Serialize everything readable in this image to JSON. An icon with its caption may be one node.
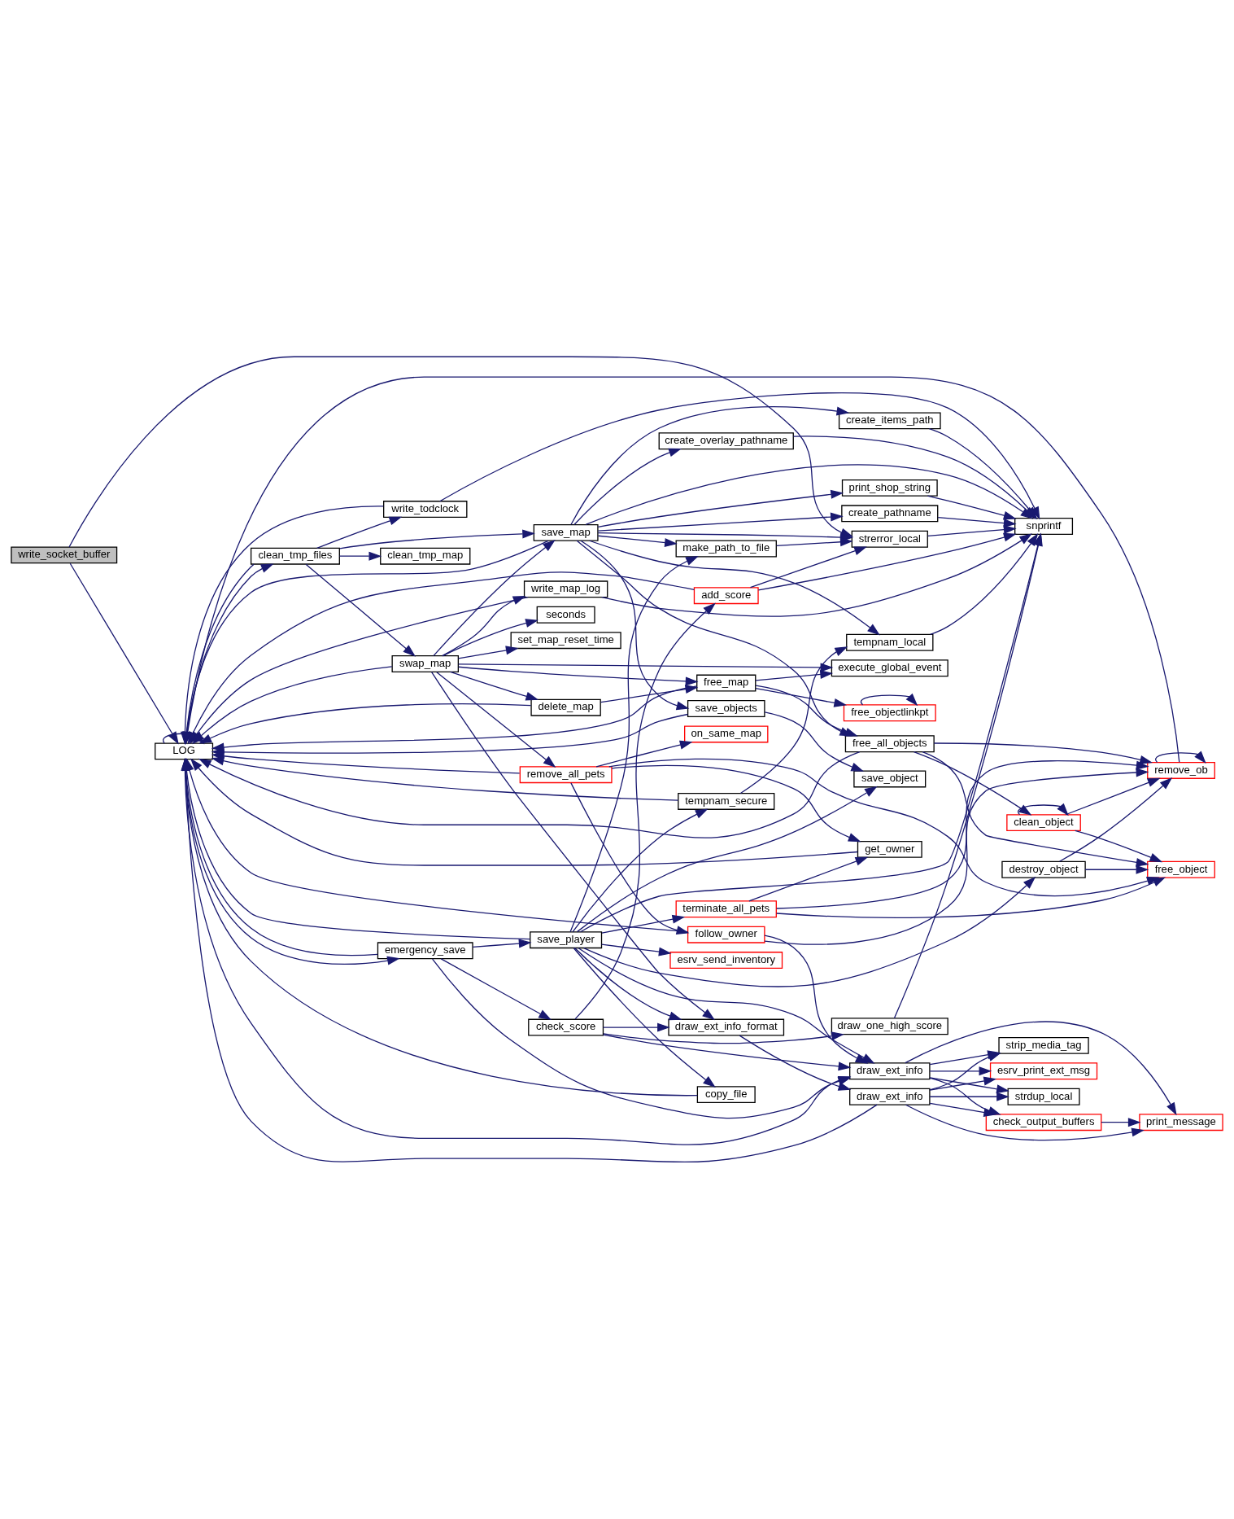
{
  "diagram": {
    "nodes": [
      {
        "text": [
          "write_socket_buffer"
        ]
      },
      {
        "text": [
          "LOG"
        ]
      },
      {
        "text": [
          "clean_tmp_files"
        ]
      },
      {
        "text": [
          "emergency_save"
        ]
      },
      {
        "text": [
          "swap_map"
        ]
      },
      {
        "text": [
          "write_map_log"
        ]
      },
      {
        "text": [
          "save_map"
        ]
      },
      {
        "text": [
          "clean_tmp_map"
        ]
      },
      {
        "text": [
          "write_todclock"
        ]
      },
      {
        "text": [
          "save_player"
        ]
      },
      {
        "text": [
          "check_score"
        ]
      },
      {
        "text": [
          "set_map_reset_time"
        ]
      },
      {
        "text": [
          "delete_map"
        ]
      },
      {
        "text": [
          "remove_all_pets"
        ]
      },
      {
        "text": [
          "print_shop_string"
        ]
      },
      {
        "text": [
          "make_path_to_file"
        ]
      },
      {
        "text": [
          "add_score"
        ]
      },
      {
        "text": [
          "save_objects"
        ]
      },
      {
        "text": [
          "copy_file"
        ]
      },
      {
        "text": [
          "tempnam_secure"
        ]
      },
      {
        "text": [
          "esrv_send_inventory"
        ]
      },
      {
        "text": [
          "draw_ext_info_format"
        ]
      },
      {
        "text": [
          "seconds"
        ]
      },
      {
        "text": [
          "terminate_all_pets"
        ]
      },
      {
        "text": [
          "free_map"
        ]
      },
      {
        "text": [
          "follow_owner"
        ]
      },
      {
        "text": [
          "on_same_map"
        ]
      },
      {
        "text": [
          "create_pathname"
        ]
      },
      {
        "text": [
          "strerror_local"
        ]
      },
      {
        "text": [
          "create_items_path"
        ]
      },
      {
        "text": [
          "create_overlay_pathname"
        ]
      },
      {
        "text": [
          "tempnam_local"
        ]
      },
      {
        "text": [
          "save_object"
        ]
      },
      {
        "text": [
          "draw_one_high_score"
        ]
      },
      {
        "text": [
          "draw_ext_info"
        ]
      },
      {
        "text": [
          "draw_ext_info"
        ]
      },
      {
        "text": [
          "execute_global_event"
        ]
      },
      {
        "text": [
          "free_all_objects"
        ]
      },
      {
        "text": [
          "free_objectlinkpt"
        ]
      },
      {
        "text": [
          "get_owner"
        ]
      },
      {
        "text": [
          "snprintf"
        ]
      },
      {
        "text": [
          "check_output_buffers"
        ]
      },
      {
        "text": [
          "strip_media_tag"
        ]
      },
      {
        "text": [
          "esrv_print_ext_msg"
        ]
      },
      {
        "text": [
          "strdup_local"
        ]
      },
      {
        "text": [
          "destroy_object"
        ]
      },
      {
        "text": [
          "clean_object"
        ]
      },
      {
        "text": [
          "print_message"
        ]
      },
      {
        "text": [
          "free_object"
        ]
      },
      {
        "text": [
          "remove_ob"
        ]
      }
    ],
    "edges": [
      {
        "from": 0,
        "to": 1,
        "arrow": "to"
      },
      {
        "from": 0,
        "to": 28,
        "arrow": "to"
      },
      {
        "from": 1,
        "to": 1,
        "arrow": "to"
      },
      {
        "from": 1,
        "to": 2,
        "arrow": "to"
      },
      {
        "from": 1,
        "to": 3,
        "arrow": "to"
      },
      {
        "from": 1,
        "to": 35,
        "arrow": "to"
      },
      {
        "from": 2,
        "to": 1,
        "arrow": "to"
      },
      {
        "from": 2,
        "to": 7,
        "arrow": "to"
      },
      {
        "from": 2,
        "to": 8,
        "arrow": "to"
      },
      {
        "from": 2,
        "to": 6,
        "arrow": "to"
      },
      {
        "from": 2,
        "to": 4,
        "arrow": "to"
      },
      {
        "from": 3,
        "to": 1,
        "arrow": "to"
      },
      {
        "from": 3,
        "to": 9,
        "arrow": "to"
      },
      {
        "from": 3,
        "to": 10,
        "arrow": "to"
      },
      {
        "from": 3,
        "to": 35,
        "arrow": "to"
      },
      {
        "from": 4,
        "to": 1,
        "arrow": "to"
      },
      {
        "from": 4,
        "to": 11,
        "arrow": "to"
      },
      {
        "from": 4,
        "to": 22,
        "arrow": "to"
      },
      {
        "from": 4,
        "to": 6,
        "arrow": "to"
      },
      {
        "from": 4,
        "to": 5,
        "arrow": "to"
      },
      {
        "from": 4,
        "to": 21,
        "arrow": "to"
      },
      {
        "from": 4,
        "to": 36,
        "arrow": "to"
      },
      {
        "from": 4,
        "to": 24,
        "arrow": "to"
      },
      {
        "from": 4,
        "to": 12,
        "arrow": "to"
      },
      {
        "from": 4,
        "to": 13,
        "arrow": "to"
      },
      {
        "from": 5,
        "to": 1,
        "arrow": "to"
      },
      {
        "from": 5,
        "to": 40,
        "arrow": "to"
      },
      {
        "from": 6,
        "to": 1,
        "arrow": "to"
      },
      {
        "from": 6,
        "to": 14,
        "arrow": "to"
      },
      {
        "from": 6,
        "to": 27,
        "arrow": "to"
      },
      {
        "from": 6,
        "to": 15,
        "arrow": "to"
      },
      {
        "from": 6,
        "to": 28,
        "arrow": "to"
      },
      {
        "from": 6,
        "to": 40,
        "arrow": "to"
      },
      {
        "from": 6,
        "to": 29,
        "arrow": "to"
      },
      {
        "from": 6,
        "to": 30,
        "arrow": "to"
      },
      {
        "from": 6,
        "to": 31,
        "arrow": "to"
      },
      {
        "from": 6,
        "to": 17,
        "arrow": "to"
      },
      {
        "from": 6,
        "to": 37,
        "arrow": "to"
      },
      {
        "from": 8,
        "to": 1,
        "arrow": "to"
      },
      {
        "from": 8,
        "to": 40,
        "arrow": "to"
      },
      {
        "from": 9,
        "to": 1,
        "arrow": "to"
      },
      {
        "from": 9,
        "to": 15,
        "arrow": "to"
      },
      {
        "from": 9,
        "to": 18,
        "arrow": "to"
      },
      {
        "from": 9,
        "to": 19,
        "arrow": "to"
      },
      {
        "from": 9,
        "to": 32,
        "arrow": "to"
      },
      {
        "from": 9,
        "to": 20,
        "arrow": "to"
      },
      {
        "from": 9,
        "to": 21,
        "arrow": "to"
      },
      {
        "from": 9,
        "to": 35,
        "arrow": "to"
      },
      {
        "from": 9,
        "to": 23,
        "arrow": "to"
      },
      {
        "from": 9,
        "to": 45,
        "arrow": "to"
      },
      {
        "from": 9,
        "to": 40,
        "arrow": "to"
      },
      {
        "from": 10,
        "to": 16,
        "arrow": "to"
      },
      {
        "from": 10,
        "to": 33,
        "arrow": "to"
      },
      {
        "from": 10,
        "to": 21,
        "arrow": "to"
      },
      {
        "from": 10,
        "to": 35,
        "arrow": "to"
      },
      {
        "from": 12,
        "to": 1,
        "arrow": "to"
      },
      {
        "from": 12,
        "to": 24,
        "arrow": "to"
      },
      {
        "from": 13,
        "to": 1,
        "arrow": "to"
      },
      {
        "from": 13,
        "to": 25,
        "arrow": "to"
      },
      {
        "from": 13,
        "to": 26,
        "arrow": "to"
      },
      {
        "from": 13,
        "to": 39,
        "arrow": "to"
      },
      {
        "from": 13,
        "to": 48,
        "arrow": "to"
      },
      {
        "from": 14,
        "to": 40,
        "arrow": "to"
      },
      {
        "from": 15,
        "to": 28,
        "arrow": "to"
      },
      {
        "from": 16,
        "to": 28,
        "arrow": "to"
      },
      {
        "from": 16,
        "to": 40,
        "arrow": "to"
      },
      {
        "from": 16,
        "to": 1,
        "arrow": "to"
      },
      {
        "from": 17,
        "to": 1,
        "arrow": "to"
      },
      {
        "from": 17,
        "to": 32,
        "arrow": "to"
      },
      {
        "from": 18,
        "to": 1,
        "arrow": "to"
      },
      {
        "from": 19,
        "to": 1,
        "arrow": "to"
      },
      {
        "from": 19,
        "to": 31,
        "arrow": "to"
      },
      {
        "from": 21,
        "to": 34,
        "arrow": "to"
      },
      {
        "from": 23,
        "to": 48,
        "arrow": "to"
      },
      {
        "from": 23,
        "to": 49,
        "arrow": "to"
      },
      {
        "from": 23,
        "to": 39,
        "arrow": "to"
      },
      {
        "from": 24,
        "to": 1,
        "arrow": "to"
      },
      {
        "from": 24,
        "to": 36,
        "arrow": "to"
      },
      {
        "from": 24,
        "to": 37,
        "arrow": "to"
      },
      {
        "from": 24,
        "to": 38,
        "arrow": "to"
      },
      {
        "from": 25,
        "to": 1,
        "arrow": "to"
      },
      {
        "from": 25,
        "to": 35,
        "arrow": "to"
      },
      {
        "from": 25,
        "to": 49,
        "arrow": "to"
      },
      {
        "from": 27,
        "to": 40,
        "arrow": "to"
      },
      {
        "from": 28,
        "to": 40,
        "arrow": "to"
      },
      {
        "from": 29,
        "to": 40,
        "arrow": "to"
      },
      {
        "from": 30,
        "to": 40,
        "arrow": "to"
      },
      {
        "from": 31,
        "to": 40,
        "arrow": "to"
      },
      {
        "from": 33,
        "to": 40,
        "arrow": "to"
      },
      {
        "from": 34,
        "to": 1,
        "arrow": "to"
      },
      {
        "from": 34,
        "to": 41,
        "arrow": "to"
      },
      {
        "from": 34,
        "to": 42,
        "arrow": "to"
      },
      {
        "from": 34,
        "to": 43,
        "arrow": "to"
      },
      {
        "from": 34,
        "to": 44,
        "arrow": "to"
      },
      {
        "from": 34,
        "to": 47,
        "arrow": "to"
      },
      {
        "from": 35,
        "to": 41,
        "arrow": "to"
      },
      {
        "from": 35,
        "to": 42,
        "arrow": "to"
      },
      {
        "from": 35,
        "to": 43,
        "arrow": "to"
      },
      {
        "from": 35,
        "to": 44,
        "arrow": "to"
      },
      {
        "from": 35,
        "to": 47,
        "arrow": "to"
      },
      {
        "from": 37,
        "to": 1,
        "arrow": "to"
      },
      {
        "from": 37,
        "to": 48,
        "arrow": "to"
      },
      {
        "from": 37,
        "to": 46,
        "arrow": "to"
      },
      {
        "from": 37,
        "to": 49,
        "arrow": "to"
      },
      {
        "from": 38,
        "to": 38,
        "arrow": "to"
      },
      {
        "from": 39,
        "to": 1,
        "arrow": "to"
      },
      {
        "from": 41,
        "to": 47,
        "arrow": "to"
      },
      {
        "from": 45,
        "to": 48,
        "arrow": "to"
      },
      {
        "from": 45,
        "to": 49,
        "arrow": "to"
      },
      {
        "from": 46,
        "to": 46,
        "arrow": "to"
      },
      {
        "from": 46,
        "to": 48,
        "arrow": "to"
      },
      {
        "from": 46,
        "to": 49,
        "arrow": "to"
      },
      {
        "from": 49,
        "to": 49,
        "arrow": "to"
      },
      {
        "from": 49,
        "to": 1,
        "arrow": "to"
      }
    ]
  }
}
